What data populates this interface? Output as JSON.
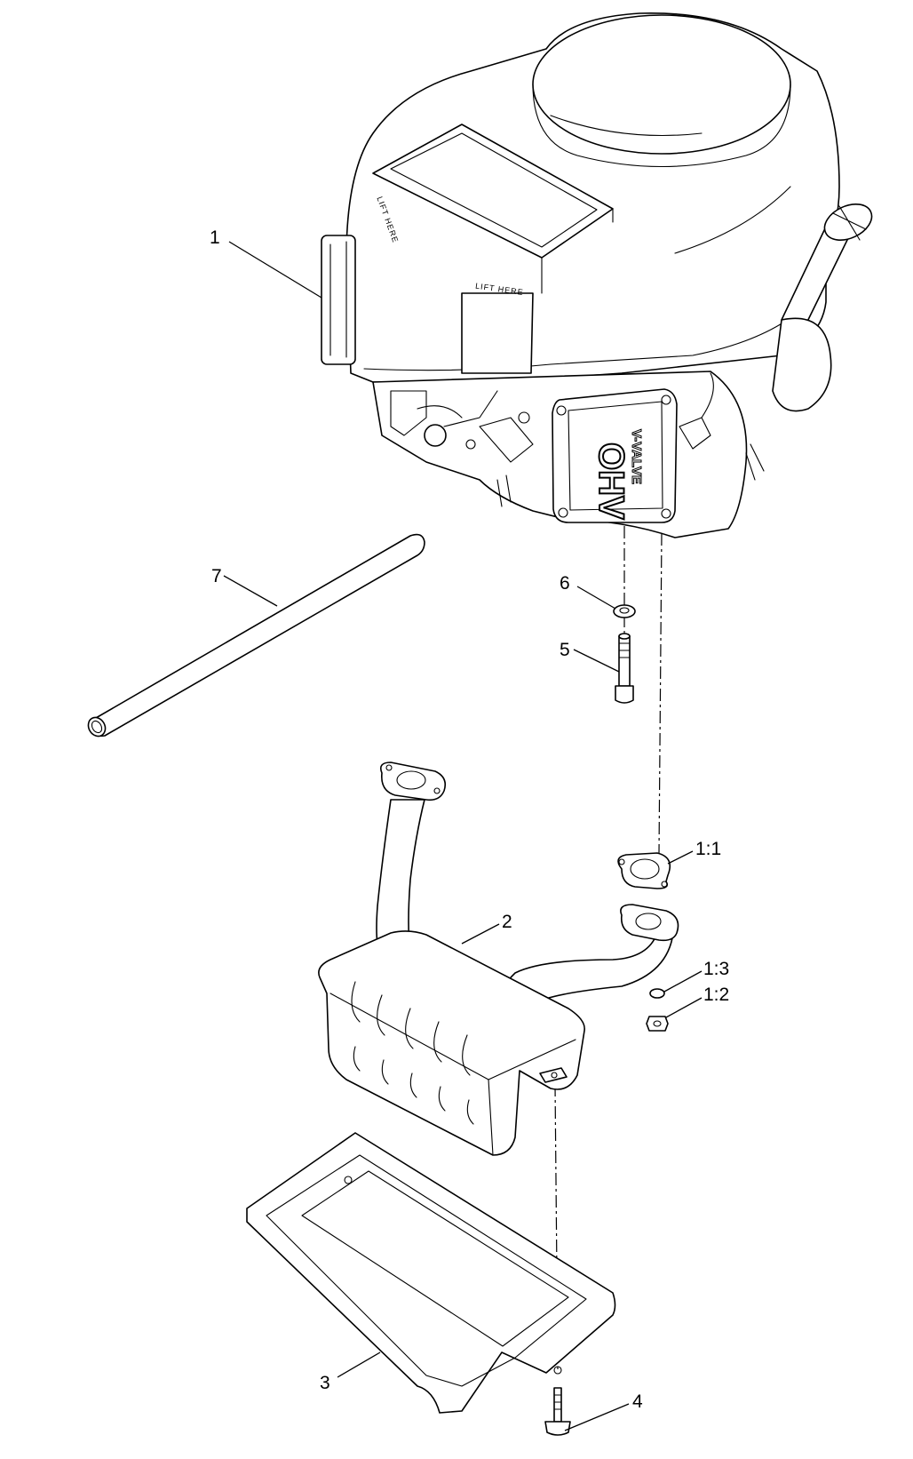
{
  "callouts": [
    {
      "id": "1",
      "label": "1"
    },
    {
      "id": "2",
      "label": "2"
    },
    {
      "id": "3",
      "label": "3"
    },
    {
      "id": "4",
      "label": "4"
    },
    {
      "id": "5",
      "label": "5"
    },
    {
      "id": "6",
      "label": "6"
    },
    {
      "id": "7",
      "label": "7"
    },
    {
      "id": "1-1",
      "label": "1:1"
    },
    {
      "id": "1-2",
      "label": "1:2"
    },
    {
      "id": "1-3",
      "label": "1:3"
    }
  ],
  "engine_decals": {
    "lift_here_side": "LIFT HERE",
    "lift_here_front": "LIFT HERE",
    "valve_cover_brand": "OHV",
    "valve_cover_sub": "V-VALVE"
  }
}
